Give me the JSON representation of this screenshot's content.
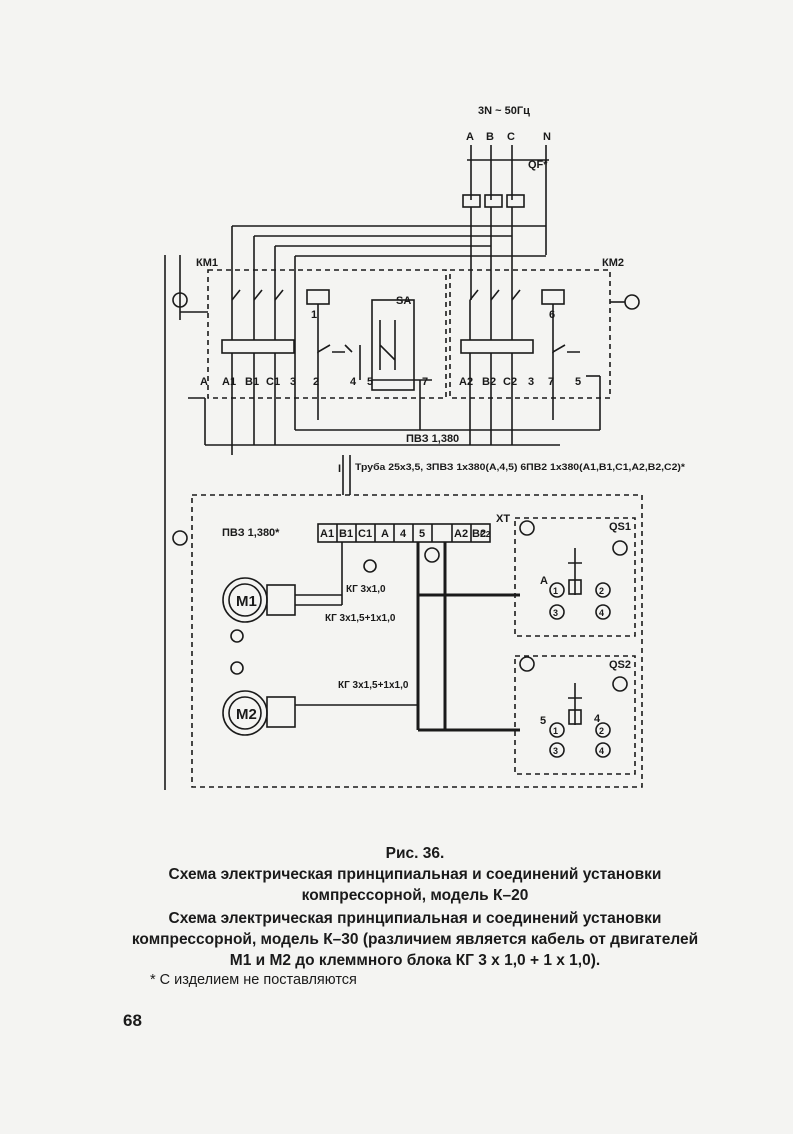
{
  "diagram": {
    "supply": "3N ~ 50Гц",
    "phases": [
      "A",
      "B",
      "C",
      "N"
    ],
    "main_breaker": "QF*",
    "contactor_1": "КМ1",
    "contactor_2": "КМ2",
    "switch": "SA",
    "terminals_km1": [
      "A",
      "A1",
      "B1",
      "C1",
      "3",
      "2",
      "4",
      "5",
      "7"
    ],
    "terminals_km2": [
      "A2",
      "B2",
      "C2",
      "3",
      "7",
      "5"
    ],
    "coil_1": "1",
    "coil_2": "6",
    "cable_1": "ПВЗ 1,380",
    "pipe": "Труба 25х3,5, 3ПВЗ 1х380(А,4,5) 6ПВ2 1х380(А1,В1,С1,А2,В2,С2)*",
    "junction": "I",
    "cable_2": "ПВЗ 1,380*",
    "terminal_block": "XT",
    "terminal_block_cells": [
      "A1",
      "B1",
      "C1",
      "A",
      "4",
      "5",
      "A2",
      "B2",
      "C2"
    ],
    "motor_1": "M1",
    "motor_2": "M2",
    "cable_m1a": "КГ 3х1,0",
    "cable_m1b": "КГ 3х1,5+1х1,0",
    "cable_m2": "КГ 3х1,5+1х1,0",
    "pressure_switch_1": "QS1",
    "pressure_switch_2": "QS2",
    "qs_label_a": "А",
    "qs_label_5": "5",
    "qs_label_4": "4",
    "qs_contacts": [
      "1",
      "2",
      "3",
      "4"
    ]
  },
  "caption": {
    "figure_label": "Рис. 36.",
    "line1": "Схема электрическая принципиальная и соединений установки компрессорной, модель К–20",
    "line2": "Схема электрическая принципиальная и соединений установки компрессорной, модель К–30 (различием является кабель от двигателей М1 и М2 до клеммного блока КГ 3 х 1,0 + 1 х 1,0).",
    "footnote": "* С изделием не поставляются"
  },
  "page_number": "68"
}
